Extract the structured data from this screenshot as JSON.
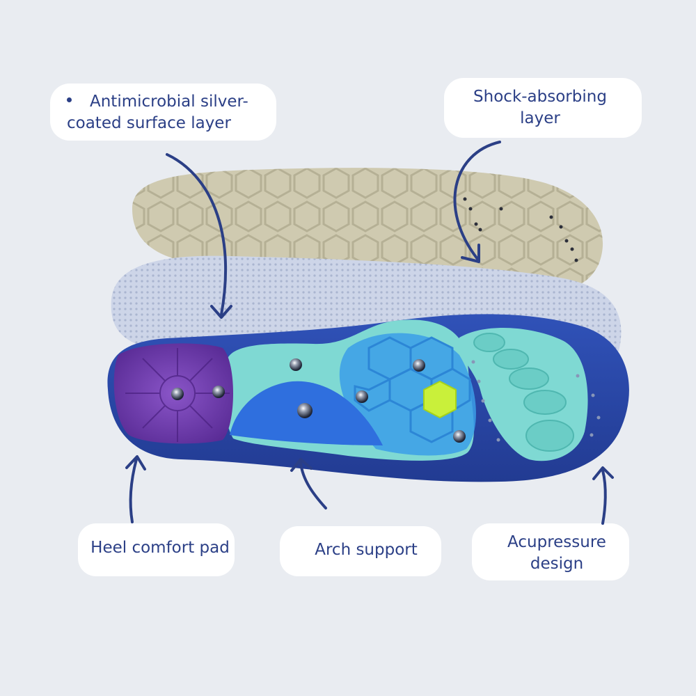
{
  "labels": {
    "antimicrobial_line1": "Antimicrobial silver-",
    "antimicrobial_line2": "coated surface layer",
    "shock_line1": "Shock-absorbing",
    "shock_line2": "layer",
    "heel": "Heel comfort pad",
    "arch": "Arch support",
    "acupressure_line1": "Acupressure",
    "acupressure_line2": "design"
  },
  "colors": {
    "background": "#e9ecf1",
    "label_text": "#2b3f86",
    "arrow": "#2b3f86",
    "label_bubble": "#ffffff",
    "base_layer": "#cfcab0",
    "mesh_layer": "#c8d0e4",
    "top_layer": "#2a45a5",
    "heel_pad": "#6a3aa8",
    "gel": "#7fd9d3",
    "arch": "#2f6fde",
    "accent": "#c9f03a"
  },
  "icons": [
    "arrow-icon",
    "magnet-stud-icon",
    "bullet-icon"
  ]
}
